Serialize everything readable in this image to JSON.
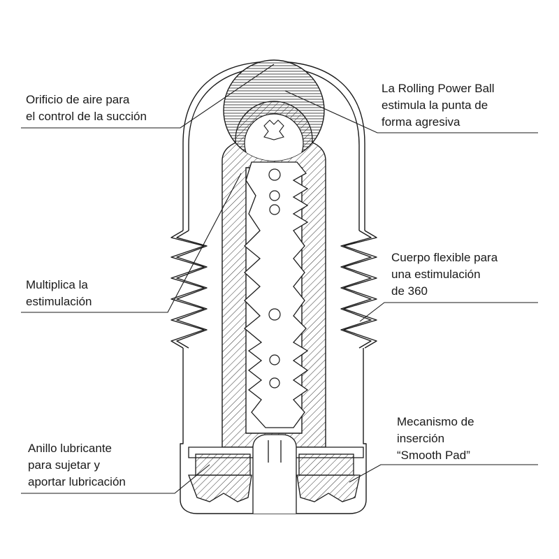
{
  "labels": {
    "air_hole": {
      "lines": [
        "Orificio de aire para",
        "el control de la succión"
      ]
    },
    "power_ball": {
      "lines": [
        "La Rolling Power Ball",
        "estimula la punta de",
        "forma agresiva"
      ]
    },
    "multiply": {
      "lines": [
        "Multiplica la",
        "estimulación"
      ]
    },
    "flexible_body": {
      "lines": [
        "Cuerpo flexible para",
        "una estimulación",
        "de 360"
      ]
    },
    "lube_ring": {
      "lines": [
        "Anillo lubricante",
        "para sujetar y",
        "aportar lubricación"
      ]
    },
    "smooth_pad": {
      "lines": [
        "Mecanismo de",
        "inserción",
        "“Smooth Pad”"
      ]
    }
  },
  "colors": {
    "stroke": "#1a1a1a",
    "background": "#ffffff"
  }
}
